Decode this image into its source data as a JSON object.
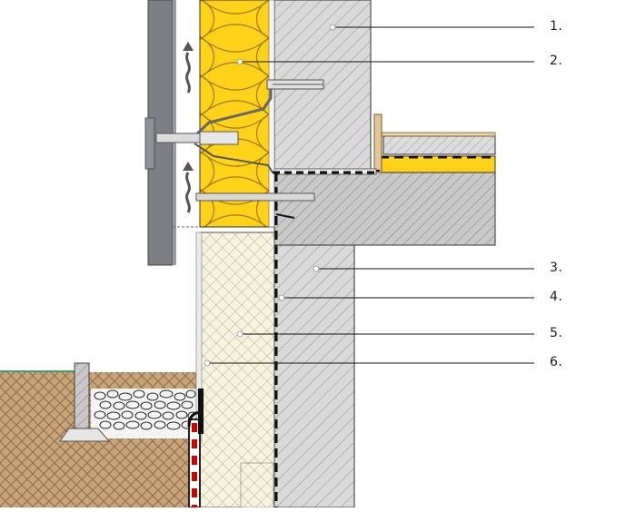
{
  "diagram": {
    "callouts": [
      {
        "id": "1",
        "text": "1."
      },
      {
        "id": "2",
        "text": "2."
      },
      {
        "id": "3",
        "text": "3."
      },
      {
        "id": "4",
        "text": "4."
      },
      {
        "id": "5",
        "text": "5."
      },
      {
        "id": "6",
        "text": "6."
      }
    ]
  },
  "colors": {
    "concrete": "#d9d9d9",
    "concrete_hatch": "#7a7a7a",
    "insulation": "#ffd400",
    "insulation_lines": "#b58b00",
    "cladding": "#7d7f84",
    "perimeter_insulation": "#f5f2dc",
    "soil": "#c8a57a",
    "gravel": "#f2f2f2",
    "membrane_red": "#d40000",
    "black": "#111111"
  }
}
